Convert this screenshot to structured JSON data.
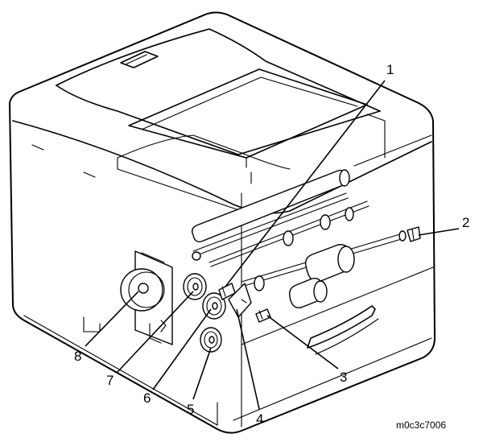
{
  "figure": {
    "image_code": "m0c3c7006",
    "callouts": [
      "1",
      "2",
      "3",
      "4",
      "5",
      "6",
      "7",
      "8"
    ]
  }
}
